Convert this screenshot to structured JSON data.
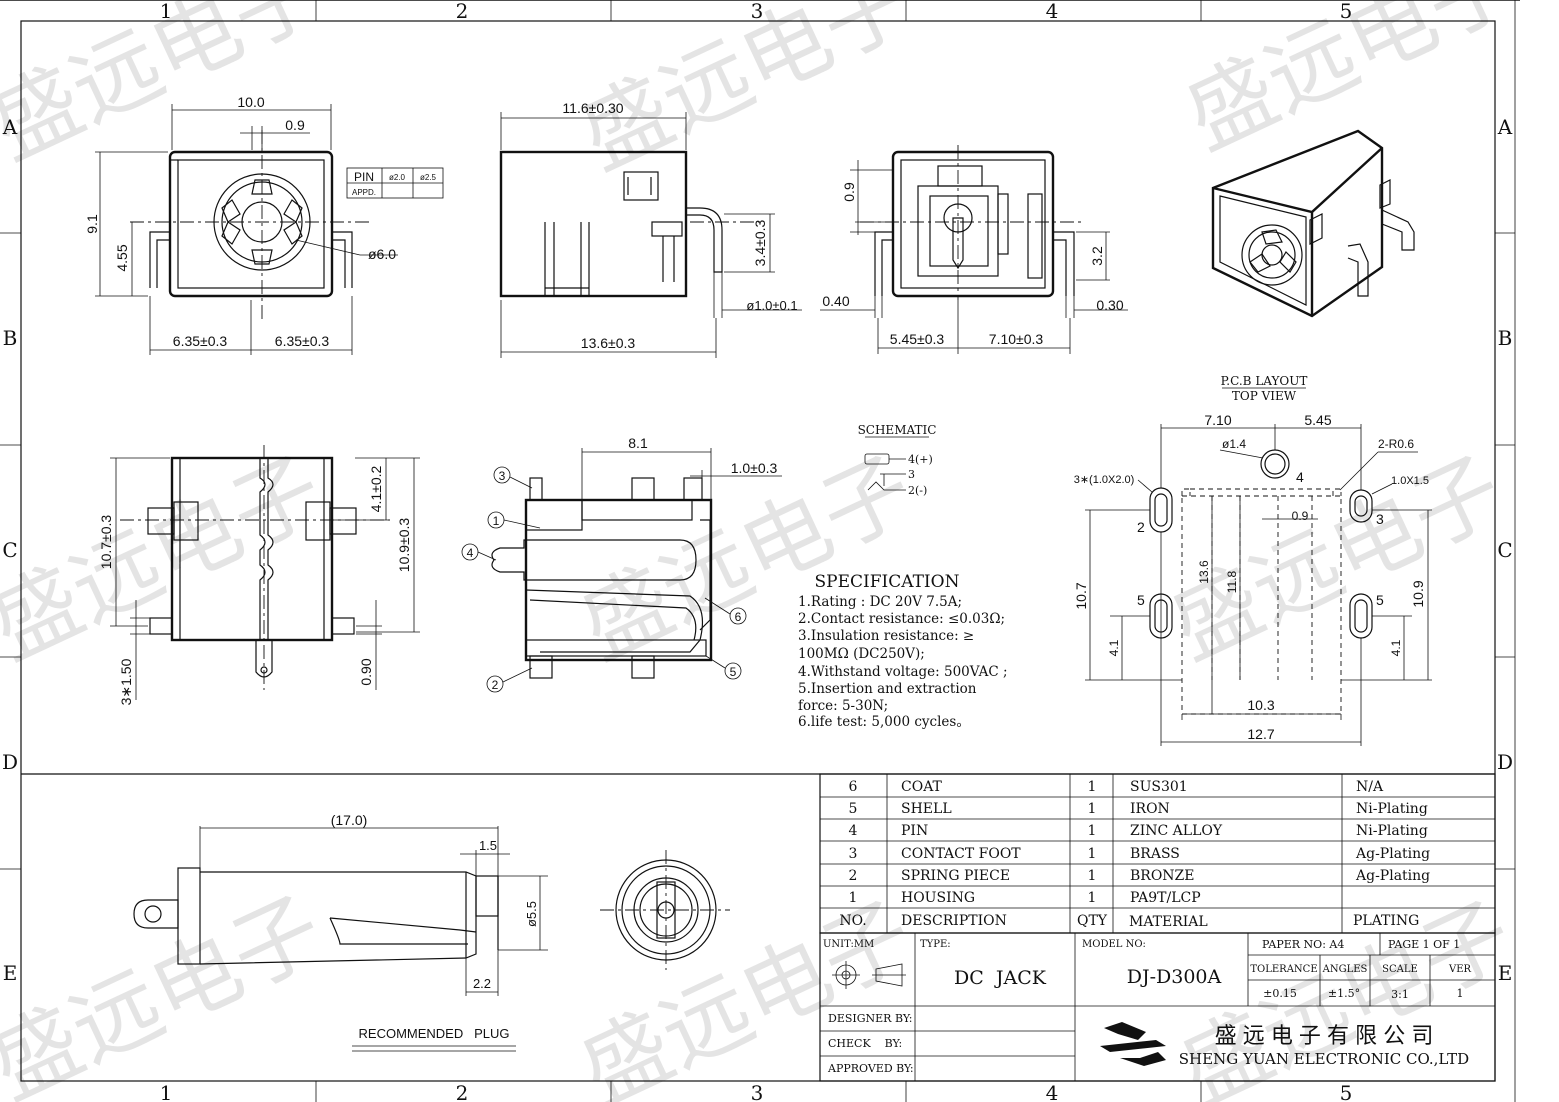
{
  "watermark": "盛远电子",
  "frame": {
    "columns": [
      "1",
      "2",
      "3",
      "4",
      "5"
    ],
    "rows": [
      "A",
      "B",
      "C",
      "D",
      "E"
    ]
  },
  "views": {
    "front": {
      "d_width": "10.0",
      "d_offset": "0.9",
      "d_height": "9.1",
      "d_center": "4.55",
      "d_hole": "ø6.0",
      "d_left": "6.35±0.3",
      "d_right": "6.35±0.3",
      "pin_table": {
        "h1": "PIN",
        "h2": "ø2.0",
        "h3": "ø2.5",
        "r2": "APPD."
      }
    },
    "side": {
      "d_top": "11.6±0.30",
      "d_pin_h": "3.4±0.3",
      "d_pin_dia": "ø1.0±0.1",
      "d_bottom": "13.6±0.3"
    },
    "rear": {
      "d_a": "0.9",
      "d_b": "3.2",
      "d_c": "0.40",
      "d_d": "0.30",
      "d_left": "5.45±0.3",
      "d_right": "7.10±0.3"
    },
    "bottom": {
      "d_a": "4.1±0.2",
      "d_b": "10.9±0.3",
      "d_c": "10.7±0.3",
      "d_d": "3∗1.50",
      "d_e": "0.90"
    },
    "section": {
      "d_a": "8.1",
      "d_b": "1.0±0.3",
      "callouts": [
        "1",
        "2",
        "3",
        "4",
        "5",
        "6"
      ]
    },
    "schematic": {
      "title": "SCHEMATIC",
      "p4": "4(+)",
      "p3": "3",
      "p2": "2(-)"
    },
    "pcb": {
      "title": "P.C.B LAYOUT",
      "subtitle": "TOP VIEW",
      "d_710": "7.10",
      "d_545": "5.45",
      "d_dia": "ø1.4",
      "d_r": "2-R0.6",
      "d_slot_l": "3∗(1.0X2.0)",
      "d_slot_r": "1.0X1.5",
      "d_09": "0.9",
      "d_136": "13.6",
      "d_118": "11.8",
      "d_107": "10.7",
      "d_109": "10.9",
      "d_41l": "4.1",
      "d_41r": "4.1",
      "d_103": "10.3",
      "d_127": "12.7",
      "pads": [
        "4",
        "2",
        "3",
        "5",
        "5"
      ]
    },
    "plug": {
      "d_len": "(17.0)",
      "d_15": "1.5",
      "d_dia": "ø5.5",
      "d_22": "2.2",
      "label": "RECOMMENDED   PLUG"
    }
  },
  "specification": {
    "title": "SPECIFICATION",
    "lines": [
      "1.Rating : DC 20V 7.5A;",
      "2.Contact resistance: ≤0.03Ω;",
      "3.Insulation resistance: ≥",
      "100MΩ (DC250V);",
      "4.Withstand voltage: 500VAC ;",
      "5.Insertion and extraction",
      "force: 5-30N;",
      "6.life test: 5,000 cycles。"
    ]
  },
  "bom": {
    "rows": [
      {
        "no": "6",
        "desc": "COAT",
        "qty": "1",
        "material": "SUS301",
        "plating": "N/A"
      },
      {
        "no": "5",
        "desc": "SHELL",
        "qty": "1",
        "material": "IRON",
        "plating": "Ni-Plating"
      },
      {
        "no": "4",
        "desc": "PIN",
        "qty": "1",
        "material": "ZINC ALLOY",
        "plating": "Ni-Plating"
      },
      {
        "no": "3",
        "desc": "CONTACT FOOT",
        "qty": "1",
        "material": "BRASS",
        "plating": "Ag-Plating"
      },
      {
        "no": "2",
        "desc": "SPRING PIECE",
        "qty": "1",
        "material": "BRONZE",
        "plating": "Ag-Plating"
      },
      {
        "no": "1",
        "desc": "HOUSING",
        "qty": "1",
        "material": "PA9T/LCP",
        "plating": ""
      }
    ],
    "header": {
      "no": "NO.",
      "desc": "DESCRIPTION",
      "qty": "QTY",
      "material": "MATERIAL",
      "plating": "PLATING"
    }
  },
  "titleblock": {
    "unit_label": "UNIT:MM",
    "type_label": "TYPE:",
    "type_value": "DC  JACK",
    "model_label": "MODEL NO:",
    "model_value": "DJ-D300A",
    "paper": "PAPER NO: A4",
    "page": "PAGE 1 OF 1",
    "tol_label": "TOLERANCE",
    "ang_label": "ANGLES",
    "scale_label": "SCALE",
    "ver_label": "VER",
    "tol_value": "±0.15",
    "ang_value": "±1.5°",
    "scale_value": "3:1",
    "ver_value": "1",
    "designer": "DESIGNER BY:",
    "check": "CHECK    BY:",
    "approved": "APPROVED BY:",
    "company_cn": "盛 远 电 子 有 限 公 司",
    "company_en": "SHENG YUAN ELECTRONIC CO.,LTD"
  }
}
